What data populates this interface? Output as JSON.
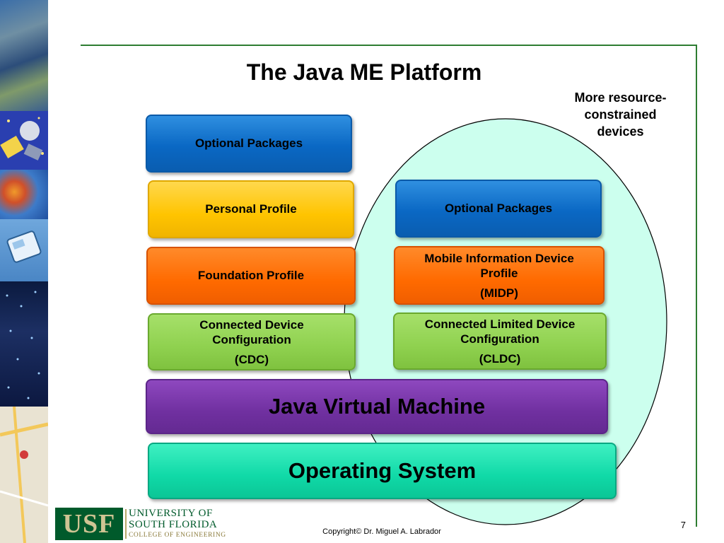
{
  "slide": {
    "title": "The Java ME Platform",
    "caption": "More resource-constrained devices",
    "page_number": "7",
    "copyright": "Copyright© Dr. Miguel A. Labrador"
  },
  "logo": {
    "abbr": "USF",
    "line1": "UNIVERSITY OF",
    "line2": "SOUTH FLORIDA",
    "line3": "COLLEGE OF ENGINEERING"
  },
  "stack_left": {
    "optional_packages": "Optional Packages",
    "personal_profile": "Personal Profile",
    "foundation_profile": "Foundation Profile",
    "cdc_name": "Connected Device Configuration",
    "cdc_abbr": "(CDC)"
  },
  "stack_right": {
    "optional_packages": "Optional Packages",
    "midp_name": "Mobile Information Device Profile",
    "midp_abbr": "(MIDP)",
    "cldc_name": "Connected Limited Device Configuration",
    "cldc_abbr": "(CLDC)"
  },
  "base": {
    "jvm": "Java Virtual Machine",
    "os": "Operating System"
  },
  "colors": {
    "blue": "#0a68c4",
    "yellow": "#ffc400",
    "orange": "#ff6a00",
    "green": "#8fd14f",
    "purple": "#7030a0",
    "teal": "#10d9a7",
    "ellipse_fill": "#ccffee",
    "frame_green": "#2e7d32"
  }
}
